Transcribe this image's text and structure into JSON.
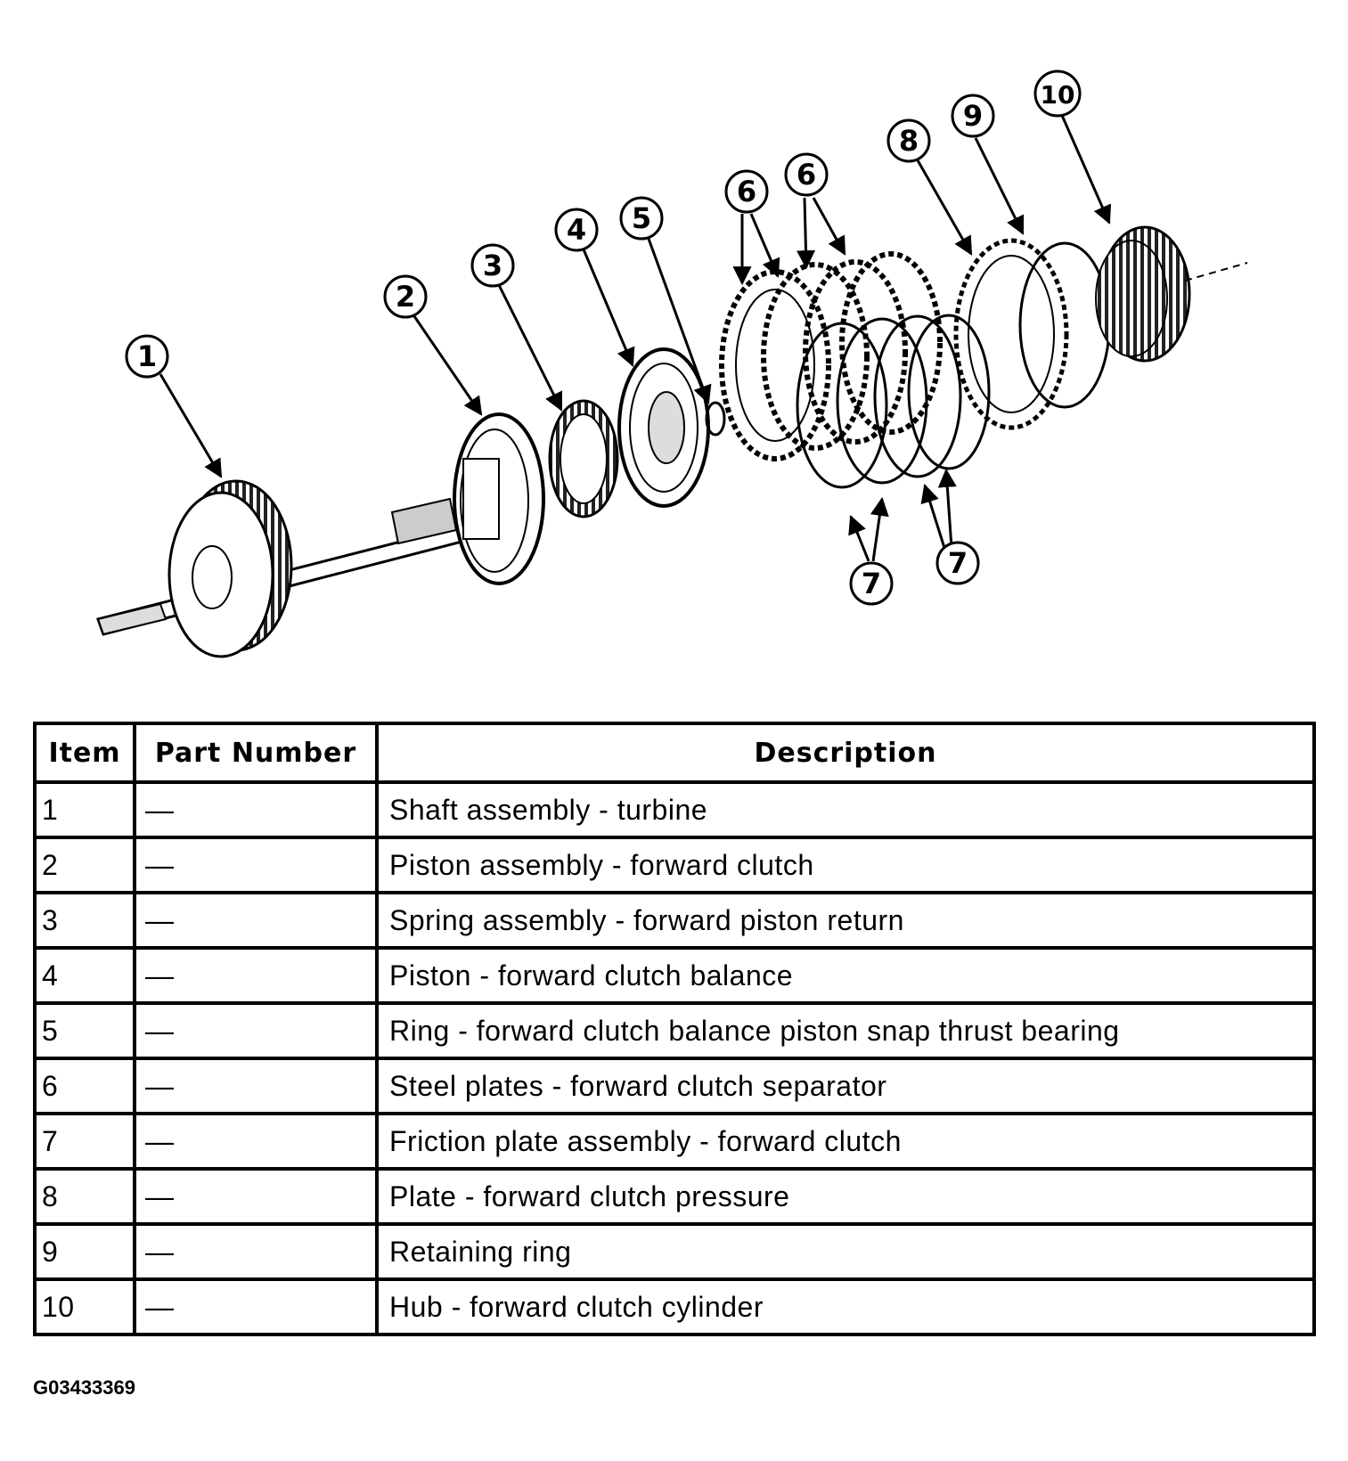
{
  "callouts": [
    "1",
    "2",
    "3",
    "4",
    "5",
    "6",
    "6",
    "7",
    "7",
    "7",
    "8",
    "9",
    "10"
  ],
  "table": {
    "headers": {
      "item": "Item",
      "part_number": "Part Number",
      "description": "Description"
    },
    "rows": [
      {
        "item": "1",
        "part_number": "—",
        "description": "Shaft assembly - turbine"
      },
      {
        "item": "2",
        "part_number": "—",
        "description": "Piston assembly - forward clutch"
      },
      {
        "item": "3",
        "part_number": "—",
        "description": "Spring assembly - forward piston return"
      },
      {
        "item": "4",
        "part_number": "—",
        "description": "Piston - forward clutch balance"
      },
      {
        "item": "5",
        "part_number": "—",
        "description": "Ring - forward clutch balance piston snap thrust bearing"
      },
      {
        "item": "6",
        "part_number": "—",
        "description": "Steel plates - forward clutch separator"
      },
      {
        "item": "7",
        "part_number": "—",
        "description": "Friction plate assembly - forward clutch"
      },
      {
        "item": "8",
        "part_number": "—",
        "description": "Plate - forward clutch pressure"
      },
      {
        "item": "9",
        "part_number": "—",
        "description": "Retaining ring"
      },
      {
        "item": "10",
        "part_number": "—",
        "description": "Hub - forward clutch cylinder"
      }
    ]
  },
  "figure_id": "G03433369"
}
